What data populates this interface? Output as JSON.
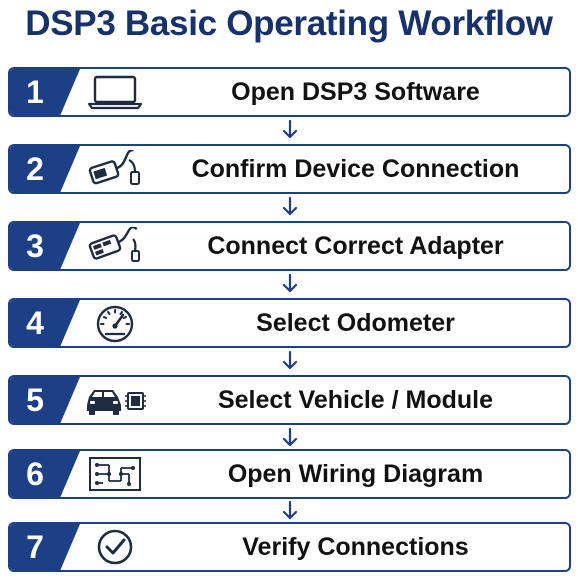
{
  "title": "DSP3 Basic Operating Workflow",
  "colors": {
    "accent": "#1d3f86",
    "title": "#17326b",
    "text": "#111111"
  },
  "steps": [
    {
      "number": "1",
      "label": "Open DSP3 Software",
      "icon": "laptop-icon"
    },
    {
      "number": "2",
      "label": "Confirm Device Connection",
      "icon": "usb-cable-icon"
    },
    {
      "number": "3",
      "label": "Connect Correct Adapter",
      "icon": "adapter-cable-icon"
    },
    {
      "number": "4",
      "label": "Select Odometer",
      "icon": "speedometer-icon"
    },
    {
      "number": "5",
      "label": "Select Vehicle / Module",
      "icon": "car-and-chip-icon"
    },
    {
      "number": "6",
      "label": "Open Wiring Diagram",
      "icon": "wiring-diagram-icon"
    },
    {
      "number": "7",
      "label": "Verify Connections",
      "icon": "check-circle-icon"
    }
  ]
}
